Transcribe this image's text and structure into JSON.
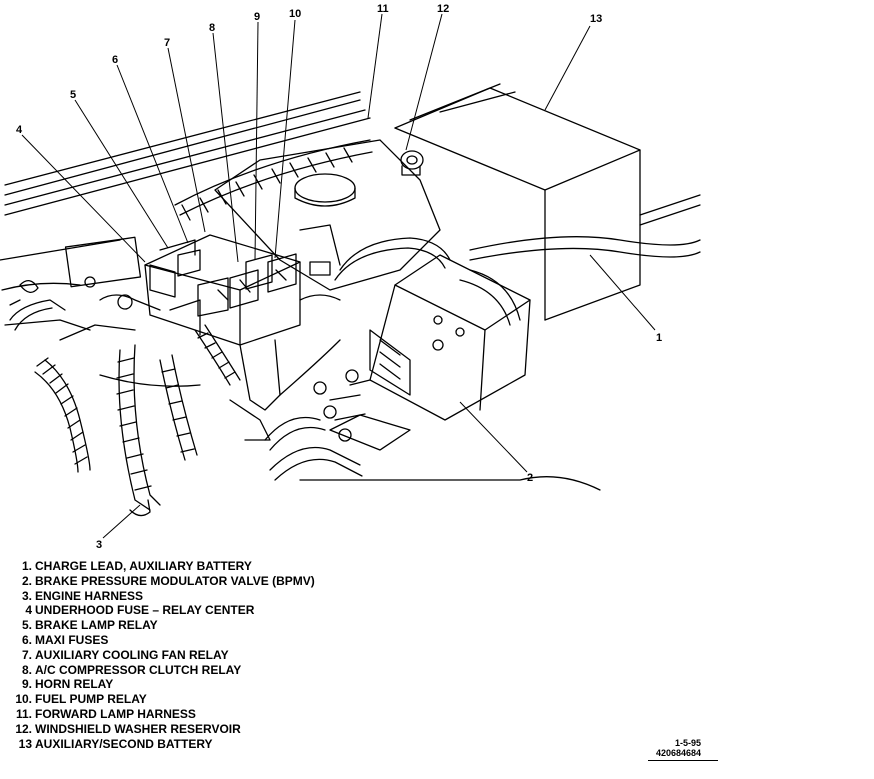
{
  "callouts": [
    {
      "id": "13",
      "label": "13"
    },
    {
      "id": "12",
      "label": "12"
    },
    {
      "id": "11",
      "label": "11"
    },
    {
      "id": "10",
      "label": "10"
    },
    {
      "id": "9",
      "label": "9"
    },
    {
      "id": "8",
      "label": "8"
    },
    {
      "id": "7",
      "label": "7"
    },
    {
      "id": "6",
      "label": "6"
    },
    {
      "id": "5",
      "label": "5"
    },
    {
      "id": "4",
      "label": "4"
    },
    {
      "id": "1",
      "label": "1"
    },
    {
      "id": "2",
      "label": "2"
    },
    {
      "id": "3",
      "label": "3"
    }
  ],
  "legend": [
    {
      "num": "1.",
      "text": "CHARGE LEAD, AUXILIARY BATTERY"
    },
    {
      "num": "2.",
      "text": "BRAKE PRESSURE MODULATOR VALVE (BPMV)"
    },
    {
      "num": "3.",
      "text": "ENGINE HARNESS"
    },
    {
      "num": "4",
      "text": "UNDERHOOD FUSE  –  RELAY CENTER"
    },
    {
      "num": "5.",
      "text": "BRAKE LAMP RELAY"
    },
    {
      "num": "6.",
      "text": "MAXI FUSES"
    },
    {
      "num": "7.",
      "text": "AUXILIARY COOLING FAN RELAY"
    },
    {
      "num": "8.",
      "text": "A/C COMPRESSOR CLUTCH RELAY"
    },
    {
      "num": "9.",
      "text": "HORN RELAY"
    },
    {
      "num": "10.",
      "text": "FUEL PUMP RELAY"
    },
    {
      "num": "11.",
      "text": "FORWARD LAMP HARNESS"
    },
    {
      "num": "12.",
      "text": "WINDSHIELD WASHER RESERVOIR"
    },
    {
      "num": "13",
      "text": "AUXILIARY/SECOND BATTERY"
    }
  ],
  "footer": {
    "date": "1-5-95",
    "code": "420684684"
  }
}
